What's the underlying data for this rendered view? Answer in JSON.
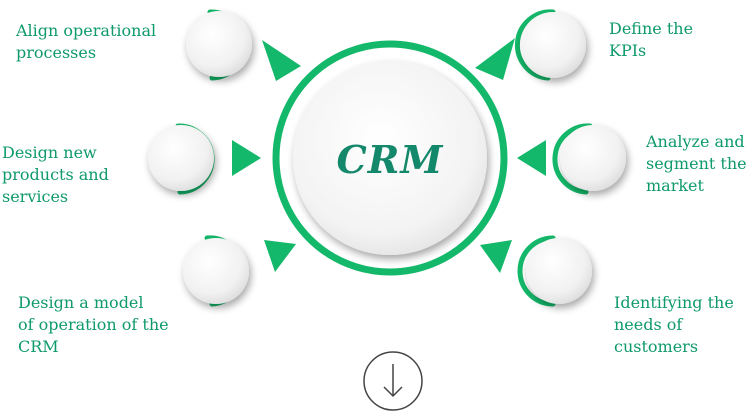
{
  "center": {
    "label": "CRM"
  },
  "items": [
    {
      "id": "align",
      "lines": [
        "Align operational",
        "processes"
      ]
    },
    {
      "id": "design-products",
      "lines": [
        "Design new",
        "products and",
        "services"
      ]
    },
    {
      "id": "design-model",
      "lines": [
        "Design a model",
        "of operation of the",
        "CRM"
      ]
    },
    {
      "id": "kpis",
      "lines": [
        "Define the",
        "KPIs"
      ]
    },
    {
      "id": "analyze",
      "lines": [
        "Analyze and",
        "segment the",
        "market"
      ]
    },
    {
      "id": "needs",
      "lines": [
        "Identifying the",
        "needs of",
        "customers"
      ]
    }
  ],
  "icons": {
    "scroll_down": "arrow-down-icon"
  },
  "colors": {
    "accent": "#14b86a",
    "text": "#0f9a6a",
    "title": "#14886a",
    "circle_fill": "#f2f2f2",
    "circle_shadow": "#cfcfcf",
    "button_stroke": "#444444"
  }
}
